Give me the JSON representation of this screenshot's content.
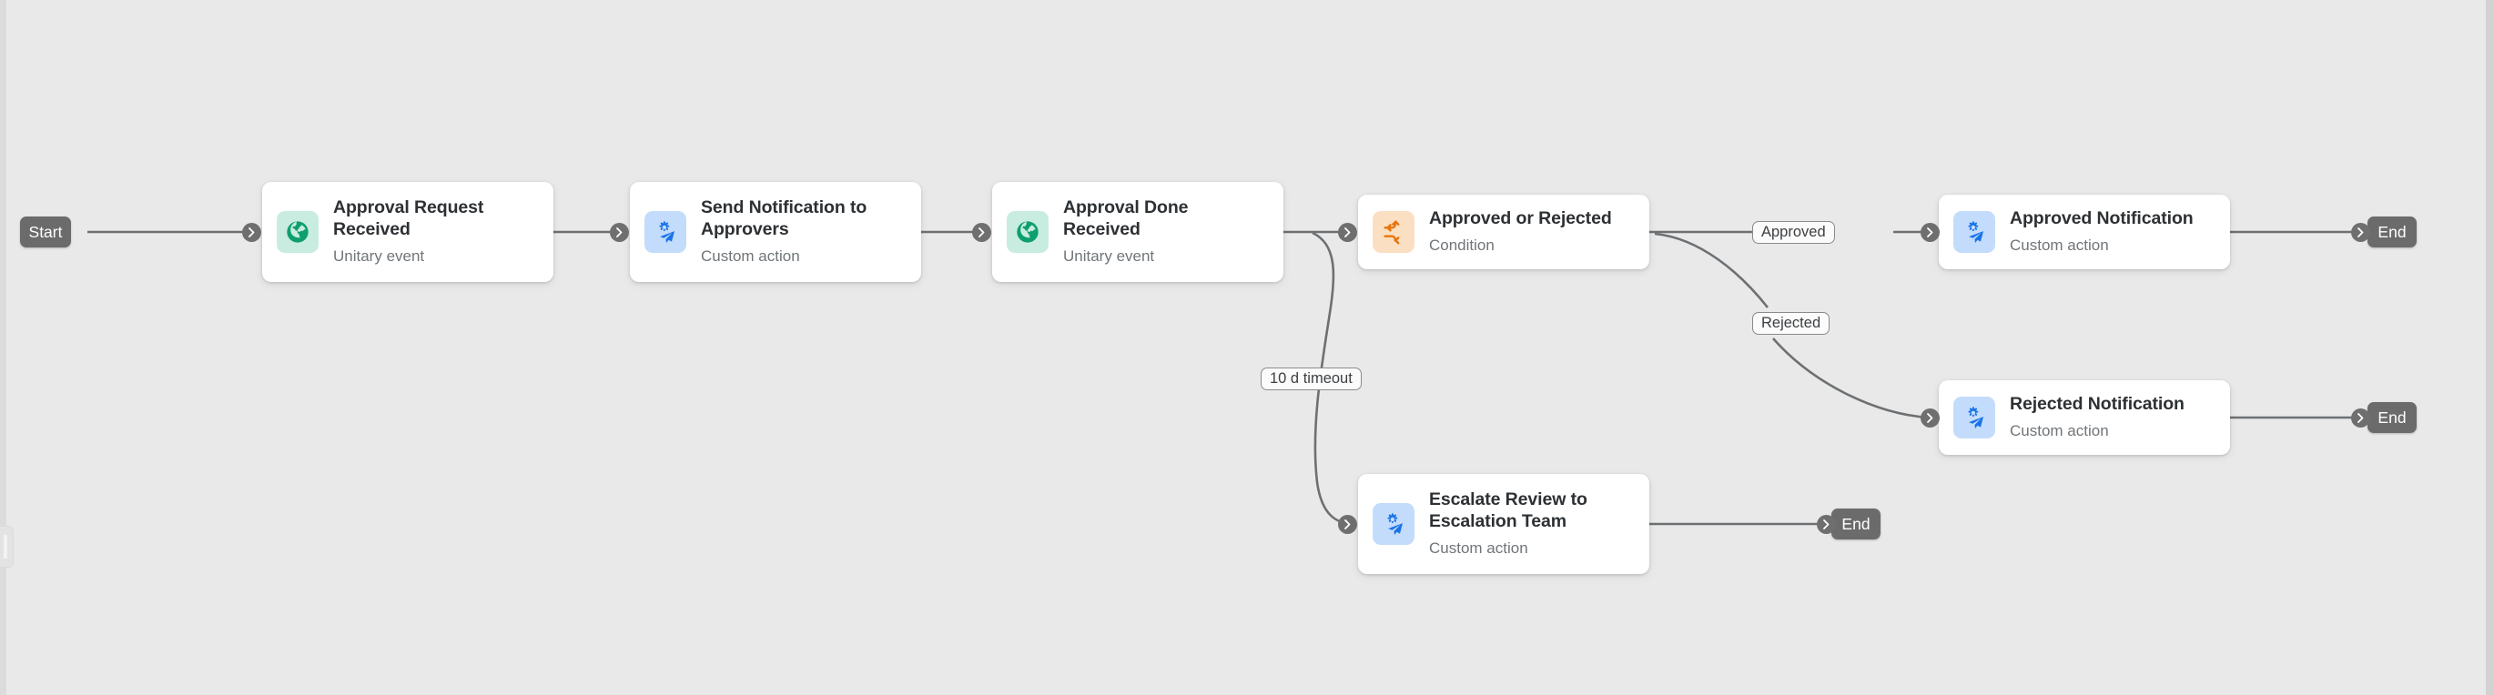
{
  "diagram": {
    "type": "workflow-flowchart",
    "background_color": "#e9e9e9",
    "start_label": "Start",
    "end_label": "End",
    "nodes": [
      {
        "id": "start",
        "kind": "terminal",
        "label": "Start"
      },
      {
        "id": "approval-request-received",
        "kind": "card",
        "title": "Approval Request\nReceived",
        "subtitle": "Unitary event",
        "icon": "globe-icon",
        "icon_style": "icon-event",
        "icon_color": "#0e9f6e",
        "icon_bg": "#c8ece0"
      },
      {
        "id": "send-notification-to-approvers",
        "kind": "card",
        "title": "Send Notification to\nApprovers",
        "subtitle": "Custom action",
        "icon": "gear-paper-plane-icon",
        "icon_style": "icon-action",
        "icon_color": "#1a73e8",
        "icon_bg": "#c3dcfb"
      },
      {
        "id": "approval-done-received",
        "kind": "card",
        "title": "Approval Done\nReceived",
        "subtitle": "Unitary event",
        "icon": "globe-icon",
        "icon_style": "icon-event",
        "icon_color": "#0e9f6e",
        "icon_bg": "#c8ece0"
      },
      {
        "id": "approved-or-rejected",
        "kind": "card",
        "title": "Approved or Rejected",
        "subtitle": "Condition",
        "icon": "branch-icon",
        "icon_style": "icon-condition",
        "icon_color": "#e8740c",
        "icon_bg": "#fbdfc2"
      },
      {
        "id": "approved-notification",
        "kind": "card",
        "title": "Approved Notification",
        "subtitle": "Custom action",
        "icon": "gear-paper-plane-icon",
        "icon_style": "icon-action",
        "icon_color": "#1a73e8",
        "icon_bg": "#c3dcfb"
      },
      {
        "id": "rejected-notification",
        "kind": "card",
        "title": "Rejected Notification",
        "subtitle": "Custom action",
        "icon": "gear-paper-plane-icon",
        "icon_style": "icon-action",
        "icon_color": "#1a73e8",
        "icon_bg": "#c3dcfb"
      },
      {
        "id": "escalate-review-to-escalation-team",
        "kind": "card",
        "title": "Escalate Review to\nEscalation Team",
        "subtitle": "Custom action",
        "icon": "gear-paper-plane-icon",
        "icon_style": "icon-action",
        "icon_color": "#1a73e8",
        "icon_bg": "#c3dcfb"
      },
      {
        "id": "end-approved",
        "kind": "terminal",
        "label": "End"
      },
      {
        "id": "end-rejected",
        "kind": "terminal",
        "label": "End"
      },
      {
        "id": "end-escalation",
        "kind": "terminal",
        "label": "End"
      }
    ],
    "edge_labels": {
      "approved": "Approved",
      "rejected": "Rejected",
      "timeout": "10 d timeout"
    },
    "edges": [
      {
        "from": "start",
        "to": "approval-request-received",
        "label": ""
      },
      {
        "from": "approval-request-received",
        "to": "send-notification-to-approvers",
        "label": ""
      },
      {
        "from": "send-notification-to-approvers",
        "to": "approval-done-received",
        "label": ""
      },
      {
        "from": "approval-done-received",
        "to": "approved-or-rejected",
        "label": ""
      },
      {
        "from": "approval-done-received",
        "to": "escalate-review-to-escalation-team",
        "label": "10 d timeout"
      },
      {
        "from": "approved-or-rejected",
        "to": "approved-notification",
        "label": "Approved"
      },
      {
        "from": "approved-or-rejected",
        "to": "rejected-notification",
        "label": "Rejected"
      },
      {
        "from": "approved-notification",
        "to": "end-approved",
        "label": ""
      },
      {
        "from": "rejected-notification",
        "to": "end-rejected",
        "label": ""
      },
      {
        "from": "escalate-review-to-escalation-team",
        "to": "end-escalation",
        "label": ""
      }
    ],
    "colors": {
      "edge": "#6d7073",
      "connector": "#6f6f6f",
      "terminal": "#6b6b6b",
      "card_bg": "#ffffff",
      "title": "#2d3134",
      "subtitle": "#707579"
    }
  }
}
